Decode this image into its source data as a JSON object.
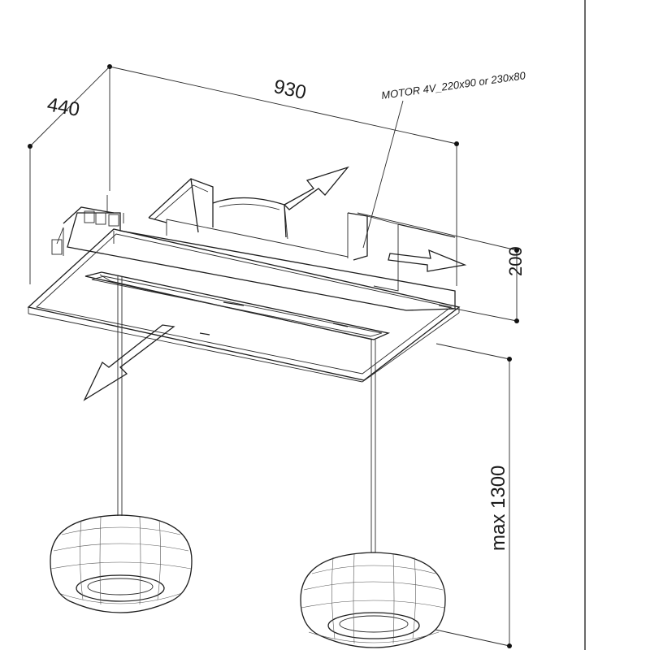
{
  "dimensions": {
    "width": "930",
    "depth": "440",
    "height": "200",
    "drop": "max 1300"
  },
  "labels": {
    "motor": "MOTOR 4V_220x90 or 230x80"
  }
}
